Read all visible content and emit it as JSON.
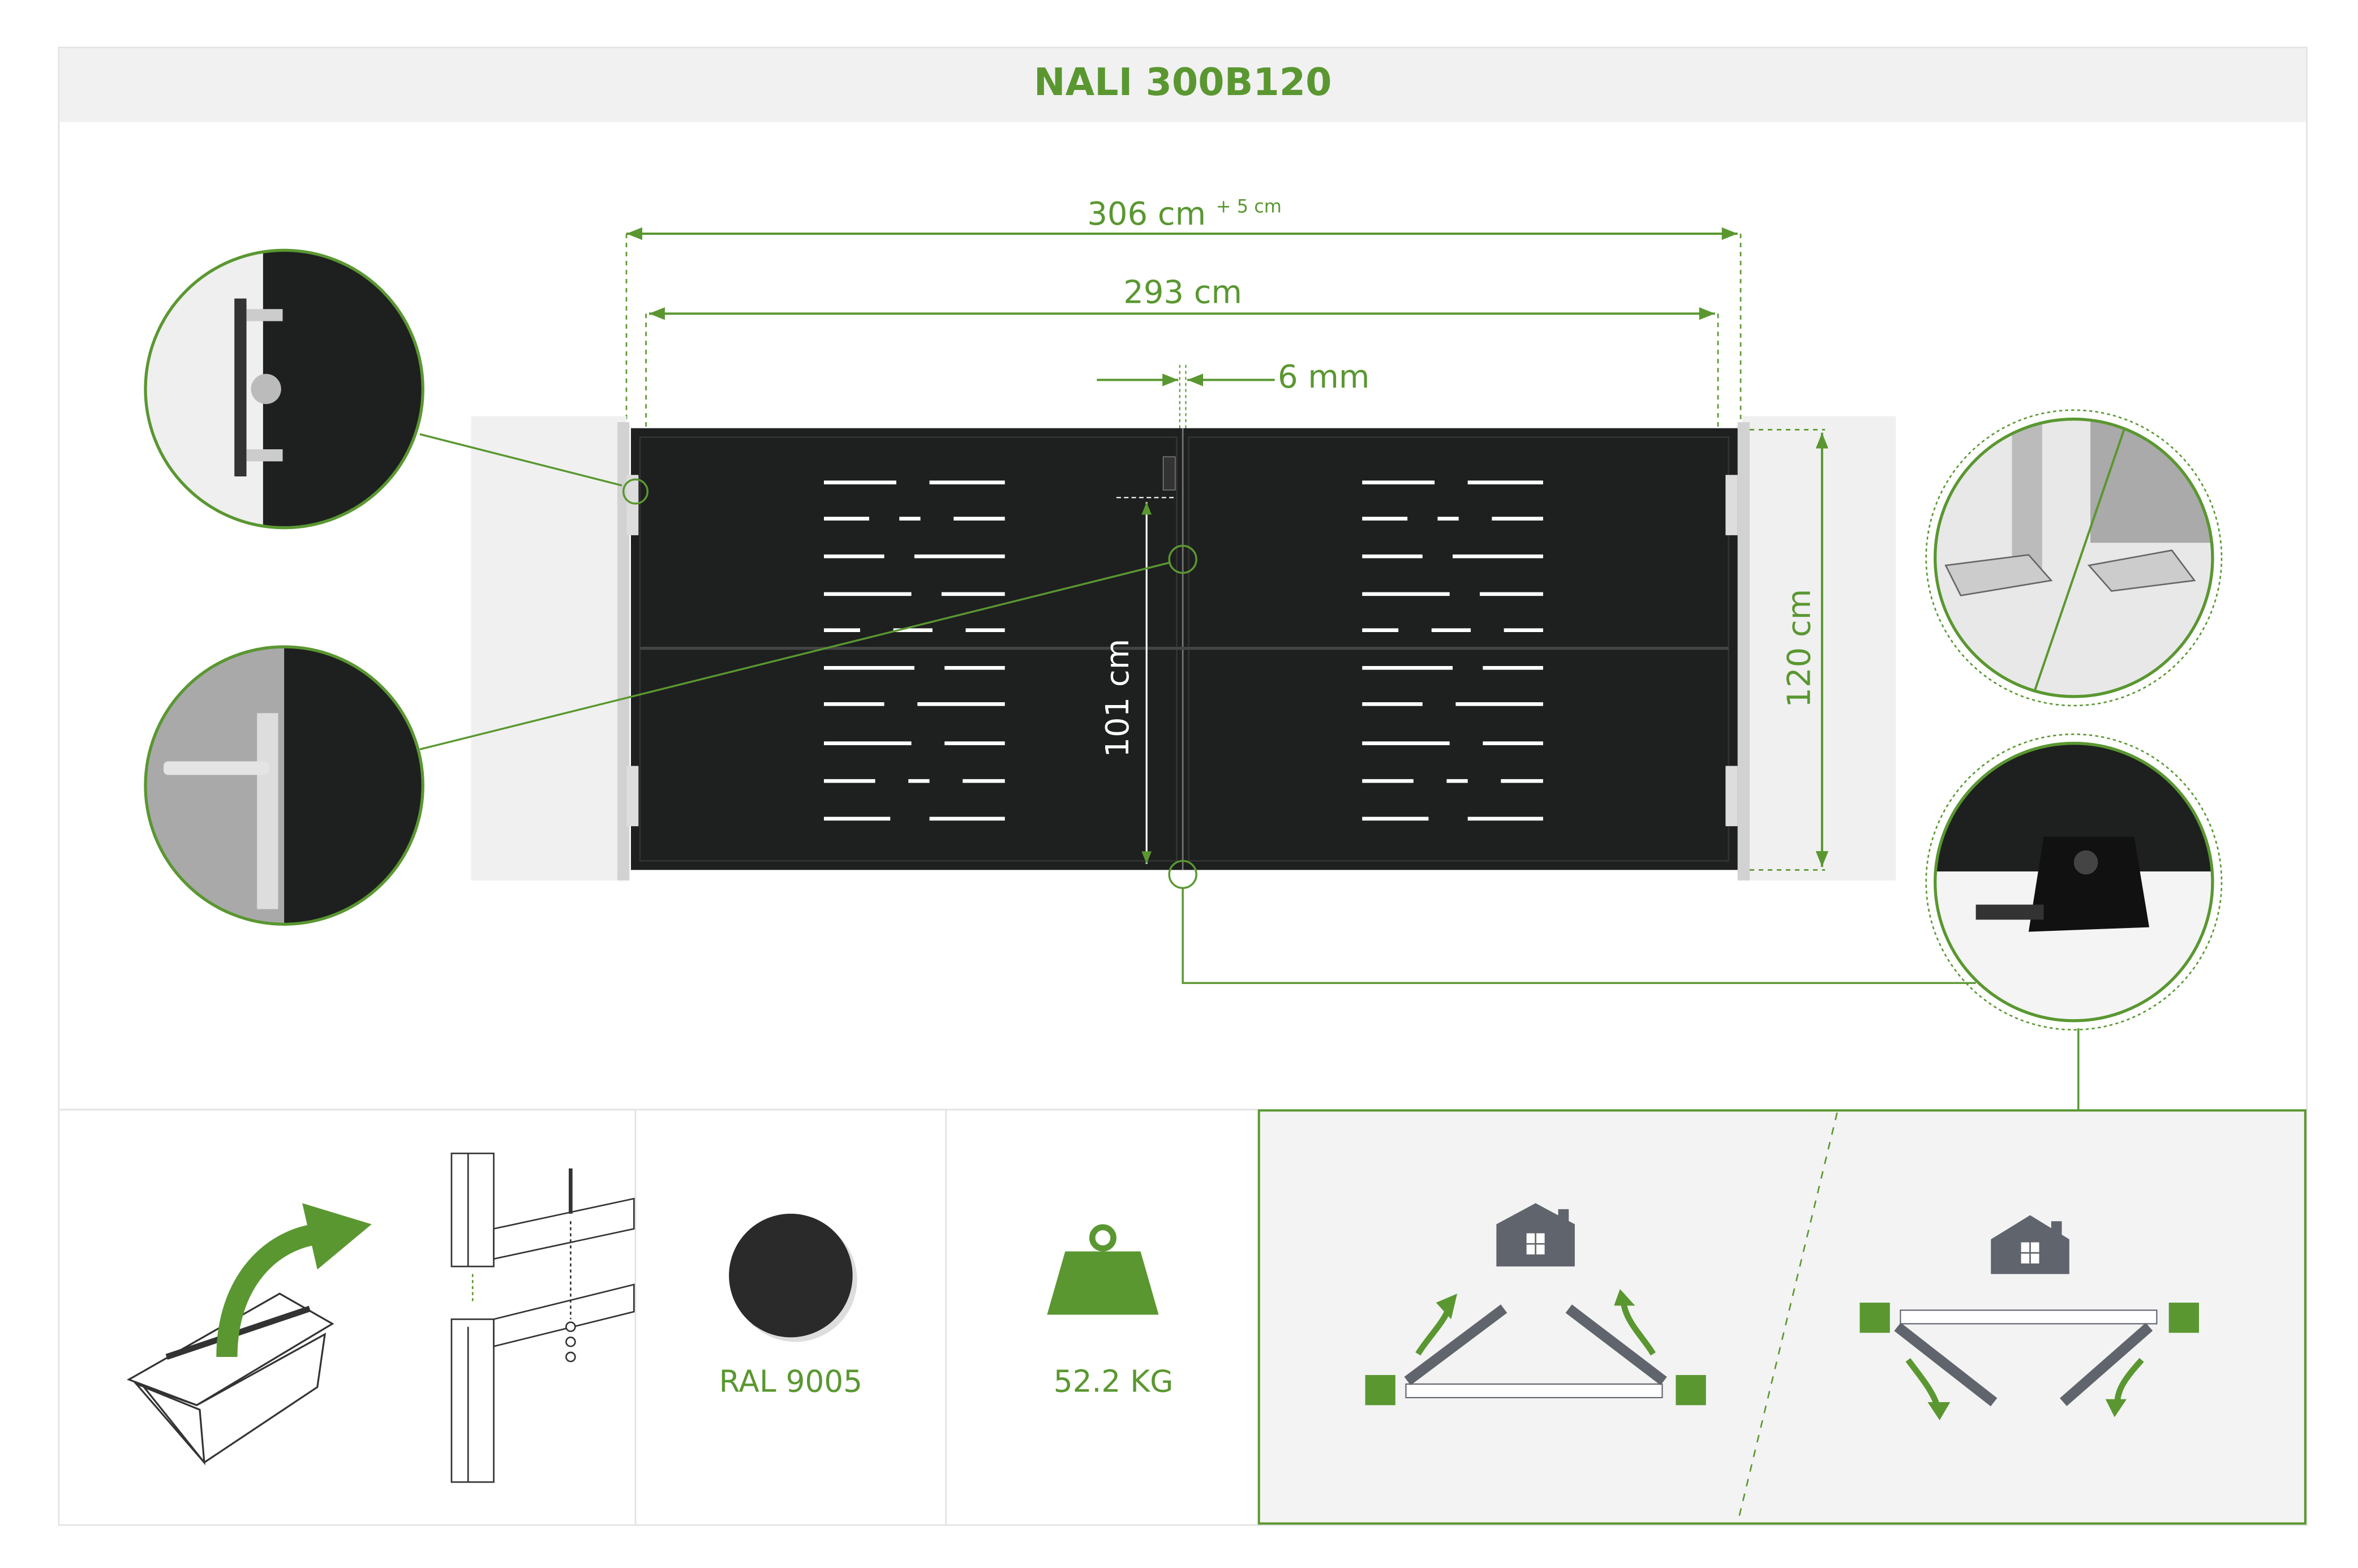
{
  "title": "NALI 300B120",
  "dimensions": {
    "overall_width": "306 cm",
    "overall_tolerance": "+ 5 cm",
    "gate_width": "293 cm",
    "gap": "6 mm",
    "leaf_height_label": "101 cm",
    "total_height": "120 cm"
  },
  "specs": {
    "color": "RAL 9005",
    "weight": "52.2 KG"
  },
  "colors": {
    "accent": "#5a9731",
    "gate": "#1e1f1f",
    "icon_gray": "#60646c",
    "panel_bg": "#f3f3f3"
  }
}
